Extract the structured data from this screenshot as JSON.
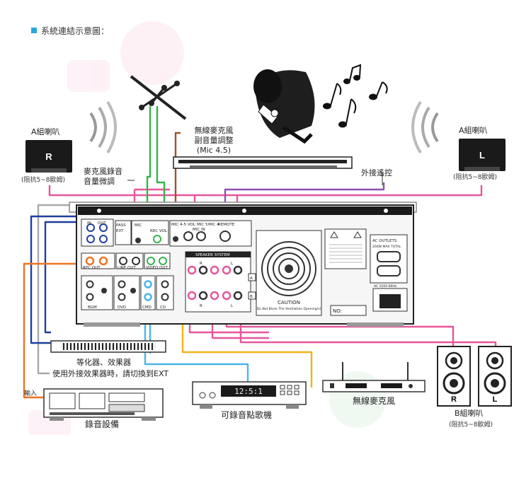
{
  "title": "系統連結示意圖：",
  "speakers": {
    "group_a_left": {
      "label": "A組喇叭",
      "channel": "R",
      "impedance": "(阻抗5~8歐姆)"
    },
    "group_a_right": {
      "label": "A組喇叭",
      "channel": "L",
      "impedance": "(阻抗5~8歐姆)"
    },
    "group_b": {
      "label": "B組喇叭",
      "channels": [
        "R",
        "L"
      ],
      "impedance": "(阻抗5~8歐姆)"
    }
  },
  "callouts": {
    "wireless_mic_vol": [
      "無線麥克風",
      "副音量調整",
      "(Mic 4.5)"
    ],
    "mic_rec_vol": [
      "麥克風錄音",
      "音量微調"
    ],
    "remote": "外接遙控",
    "equalizer": "等化器、效果器",
    "ext_note": "使用外接效果器時，請切換到EXT",
    "input": "輸入",
    "recorder": "錄音設備",
    "cd_recorder": "可錄音點歌機",
    "wireless_mic": "無線麥克風"
  },
  "panel": {
    "in": "IN",
    "out": "OUT",
    "pass": "PASS",
    "ext": "EXT",
    "mic": "MIC",
    "rec_vol": "REC VOL",
    "rec_out": "REC OUT",
    "line_out": "LINE OUT",
    "video_out": "VIDEO OUT",
    "bgm": "BGM",
    "dvd": "DVD",
    "cmd": "CMD",
    "cd": "CD",
    "mic_vol": "MIC 4-5 VOL",
    "mic5": "MIC 5",
    "mic4": "MIC 4",
    "mic_in": "MIC IN",
    "remote": "REMOTE",
    "speaker_system": "SPEAKER SYSTEM",
    "a": "A",
    "b": "B",
    "r": "R",
    "l": "L",
    "caution": "CAUTION",
    "caution_sub": "Do Not Block The Ventilation Opening(s)",
    "no": "NO:",
    "ac_outlets": "AC OUTLETS",
    "ac_total": "200W MAX TOTAL",
    "ac_in": "AC 110V 60Hz"
  },
  "display": "12:5:1",
  "colors": {
    "pink": "#e8559b",
    "orange": "#ee7421",
    "blue": "#1f3f9e",
    "sky": "#4bb6e8",
    "green": "#34b34a",
    "yellow": "#f2b21a",
    "purple": "#8f4fb0",
    "brown": "#a0522d",
    "grey": "#a8a8a8",
    "accent": "#2aa7d6"
  }
}
